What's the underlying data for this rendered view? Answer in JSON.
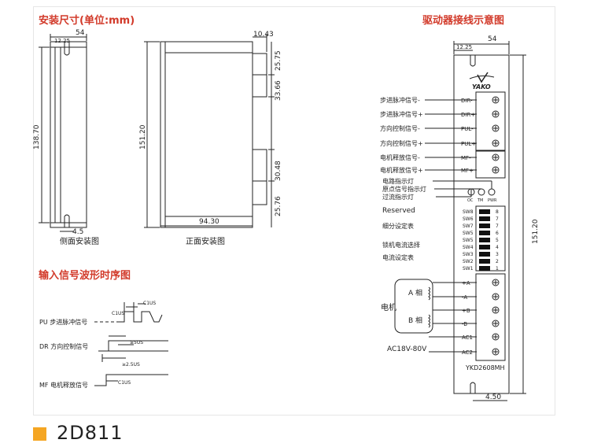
{
  "headers": {
    "install": "安装尺寸(单位:mm)",
    "wiring": "驱动器接线示意图",
    "timing": "输入信号波形时序图"
  },
  "side_view": {
    "caption": "侧面安装图",
    "dim_width": "54",
    "dim_slot": "12.25",
    "dim_height": "138.70",
    "dim_bottom": "4.5"
  },
  "front_view": {
    "caption": "正面安装图",
    "dim_top": "10.43",
    "dim_height": "151.20",
    "dim_depth": "94.30",
    "dim_r1": "25.75",
    "dim_r2": "33.66",
    "dim_r3": "30.48",
    "dim_r4": "25.76"
  },
  "wiring": {
    "dim_width": "54",
    "dim_slot": "12.25",
    "dim_height": "151.20",
    "dim_bottom": "4.50",
    "brand": "YAKO",
    "model": "YKD2608MH",
    "signals": [
      {
        "label": "步进脉冲信号-",
        "pin": "DIR-"
      },
      {
        "label": "步进脉冲信号+",
        "pin": "DIR+"
      },
      {
        "label": "方向控制信号-",
        "pin": "PUL-"
      },
      {
        "label": "方向控制信号+",
        "pin": "PUL+"
      },
      {
        "label": "电机释放信号-",
        "pin": "MF-"
      },
      {
        "label": "电机释放信号+",
        "pin": "MF+"
      }
    ],
    "leds": [
      "OC",
      "TM",
      "PWR"
    ],
    "led_labels": [
      "电路指示灯",
      "原点信号指示灯",
      "过流指示灯"
    ],
    "switches": [
      "SW8",
      "SW6",
      "SW7",
      "SW5",
      "SW5",
      "SW4",
      "SW3",
      "SW2",
      "SW1"
    ],
    "switch_nums": [
      "8",
      "7",
      "7",
      "6",
      "5",
      "4",
      "3",
      "2",
      "1"
    ],
    "switch_groups": [
      "Reserved",
      "细分设定表",
      "锁机电流选择",
      "电流设定表"
    ],
    "motor_pins": [
      "+A",
      "-A",
      "+B",
      "-B"
    ],
    "power_pins": [
      "AC1",
      "AC2"
    ],
    "motor_label": "电机",
    "phase_a": "A 相",
    "phase_b": "B 相",
    "power_label": "AC18V-80V"
  },
  "timing": {
    "labels": [
      "PU 步进脉冲信号",
      "DR 方向控制信号",
      "MF 电机释放信号"
    ],
    "t1": "C1US",
    "t2": "C1US",
    "t3": "≥5US",
    "t4": "≥2.5US",
    "t5": "C1US"
  },
  "footer": {
    "model": "2D811"
  }
}
